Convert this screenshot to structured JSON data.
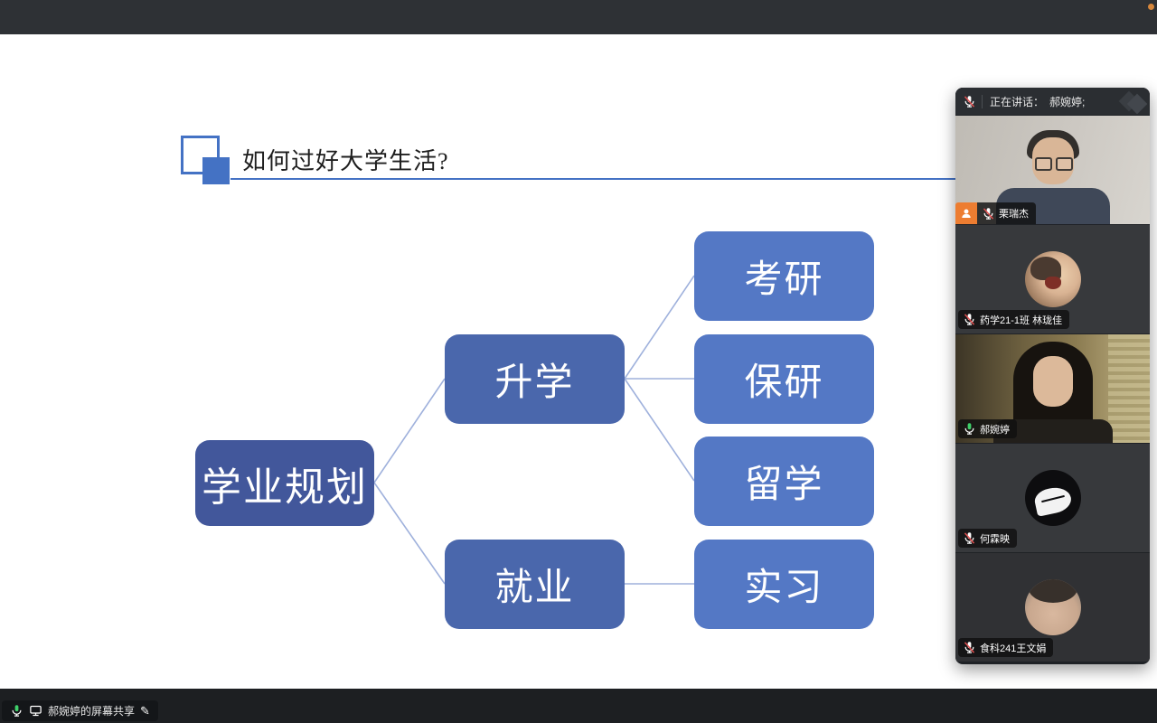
{
  "window": {
    "recording_indicator": "orange-dot"
  },
  "slide": {
    "title": "如何过好大学生活?",
    "nodes": {
      "root": "学业规划",
      "branch_up": "升学",
      "branch_job": "就业",
      "leaf_kaoyan": "考研",
      "leaf_baoyan": "保研",
      "leaf_liuxue": "留学",
      "leaf_shixi": "实习"
    }
  },
  "panel": {
    "header": {
      "speaking_prefix": "正在讲话：",
      "speaking_name": "郝婉婷;"
    },
    "participants": [
      {
        "name": "栗瑞杰",
        "muted": true,
        "host": true,
        "kind": "video"
      },
      {
        "name": "药学21-1班 林珑佳",
        "muted": true,
        "host": false,
        "kind": "avatar-cartoon"
      },
      {
        "name": "郝婉婷",
        "muted": false,
        "speaking": true,
        "host": false,
        "kind": "video"
      },
      {
        "name": "何霖映",
        "muted": true,
        "host": false,
        "kind": "avatar-dark"
      },
      {
        "name": "食科241王文娟",
        "muted": true,
        "host": false,
        "kind": "avatar-photo"
      }
    ]
  },
  "share_bar": {
    "label": "郝婉婷的屏幕共享",
    "pen_icon": "✎"
  },
  "colors": {
    "node_root": "#42579b",
    "node_branch": "#4a67ac",
    "node_leaf": "#5478c5",
    "connector": "#9fb1dc",
    "title_line": "#4472c4",
    "speaking_border": "#2eb54e",
    "host_badge": "#ed7d31",
    "mic_active": "#3fd06a",
    "mic_muted_slash": "#e04f4f"
  }
}
